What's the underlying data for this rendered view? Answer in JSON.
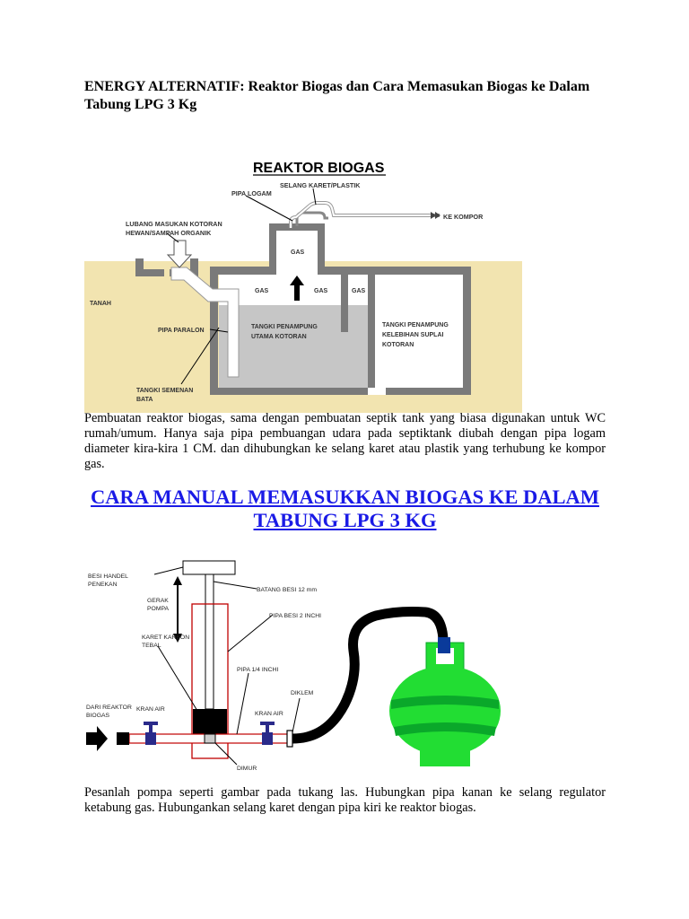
{
  "doc": {
    "title": "ENERGY ALTERNATIF: Reaktor Biogas dan Cara Memasukan Biogas ke Dalam Tabung LPG 3 Kg",
    "paragraph1": "Pembuatan reaktor biogas, sama dengan pembuatan septik tank yang biasa digunakan untuk WC rumah/umum. Hanya saja pipa pembuangan udara pada septiktank diubah dengan pipa logam diameter kira-kira 1 CM. dan dihubungkan ke selang karet atau plastik yang terhubung ke kompor gas.",
    "heading2": "CARA MANUAL MEMASUKKAN BIOGAS KE DALAM TABUNG LPG 3 KG",
    "paragraph2": "Pesanlah pompa seperti gambar pada tukang las. Hubungkan pipa kanan ke selang regulator ketabung gas. Hubungankan selang karet dengan pipa kiri ke reaktor biogas."
  },
  "fig1": {
    "title": "REAKTOR BIOGAS",
    "selang": "SELANG KARET/PLASTIK",
    "pipa_logam": "PIPA LOGAM",
    "ke_kompor": "KE KOMPOR",
    "lubang_1": "LUBANG MASUKAN KOTORAN",
    "lubang_2": "HEWAN/SAMPAH ORGANIK",
    "gas": "GAS",
    "tanah": "TANAH",
    "pipa_paralon": "PIPA PARALON",
    "tangki_utama_1": "TANGKI PENAMPUNG",
    "tangki_utama_2": "UTAMA KOTORAN",
    "tangki_kelebihan_1": "TANGKI PENAMPUNG",
    "tangki_kelebihan_2": "KELEBIHAN SUPLAI",
    "tangki_kelebihan_3": "KOTORAN",
    "semenan_1": "TANGKI SEMENAN",
    "semenan_2": "BATA"
  },
  "fig2": {
    "besi_handel_1": "BESI HANDEL",
    "besi_handel_2": "PENEKAN",
    "batang_besi": "BATANG BESI 12 mm",
    "gerak_1": "GERAK",
    "gerak_2": "POMPA",
    "pipa_besi": "PIPA BESI 2 INCHI",
    "karet_1": "KARET KARBON",
    "karet_2": "TEBAL",
    "pipa_quarter": "PIPA 1/4 INCHI",
    "diklem": "DIKLEM",
    "dari_1": "DARI REAKTOR",
    "dari_2": "BIOGAS",
    "kran_air_left": "KRAN AIR",
    "kran_air_right": "KRAN AIR",
    "dimur": "DIMUR"
  },
  "colors": {
    "heading": "#1a1ae6",
    "soil": "#f2e4b0",
    "wall": "#7a7a7a",
    "sludge": "#c6c6c6",
    "tank_green": "#22dd33",
    "tank_dark": "#0aa82a",
    "pump_outline": "#c00000",
    "valve": "#2a2a8a"
  },
  "icons": [
    "up-arrow-icon",
    "down-arrow-icon",
    "right-arrow-icon",
    "double-arrow-icon"
  ]
}
